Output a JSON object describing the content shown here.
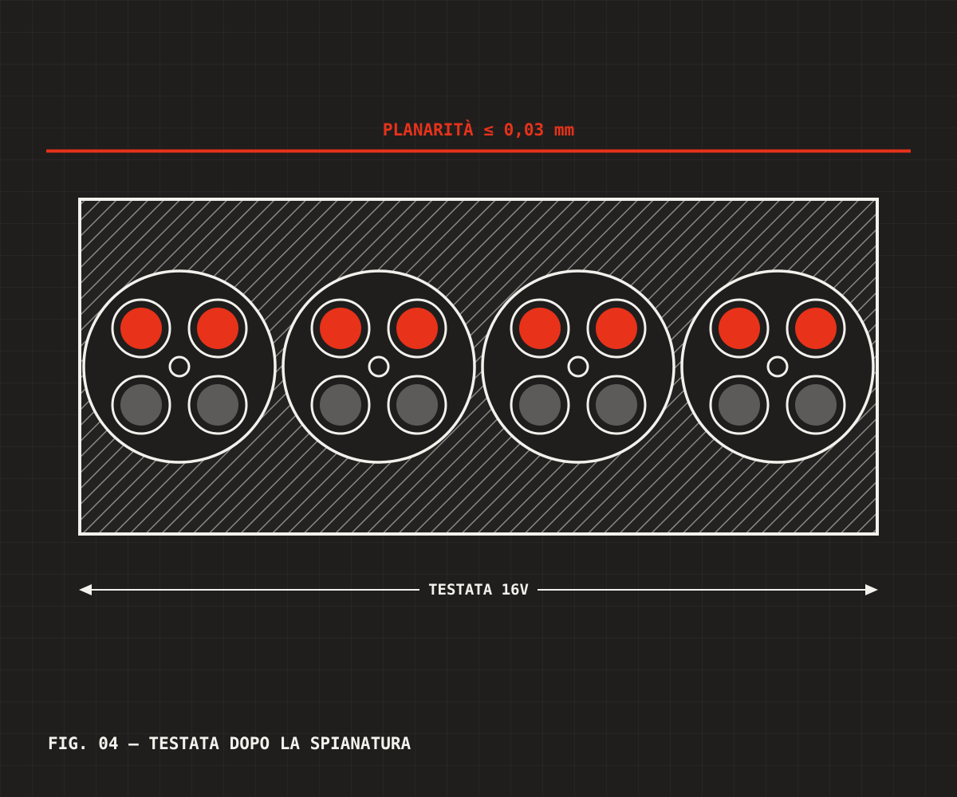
{
  "flatness_label": "PLANARITÀ ≤ 0,03 mm",
  "dimension_label": "TESTATA 16V",
  "caption": "FIG. 04 — TESTATA DOPO LA SPIANATURA",
  "cylinders": [
    {
      "intake_valves": 2,
      "exhaust_valves": 2,
      "spark_plug": true
    },
    {
      "intake_valves": 2,
      "exhaust_valves": 2,
      "spark_plug": true
    },
    {
      "intake_valves": 2,
      "exhaust_valves": 2,
      "spark_plug": true
    },
    {
      "intake_valves": 2,
      "exhaust_valves": 2,
      "spark_plug": true
    }
  ],
  "colors": {
    "background": "#1f1e1d",
    "accent": "#e8321a",
    "outline": "#f3f1ec",
    "valve_gray": "#5c5b5a",
    "hatch": "#8a8885"
  }
}
